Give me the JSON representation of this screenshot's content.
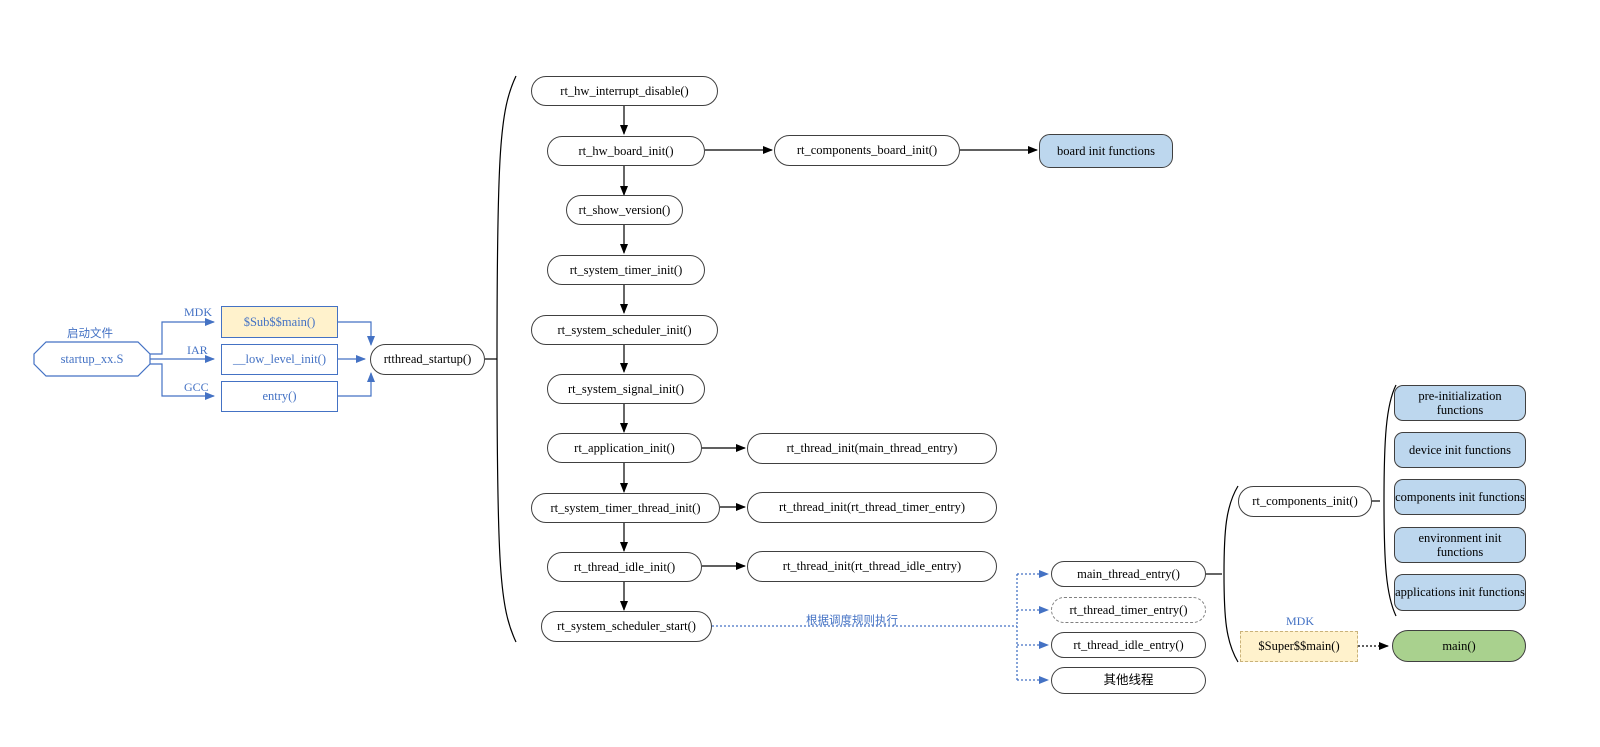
{
  "startup": {
    "file_caption": "启动文件",
    "file_name": "startup_xx.S",
    "labels": {
      "mdk": "MDK",
      "iar": "IAR",
      "gcc": "GCC"
    },
    "entries": {
      "mdk": "$Sub$$main()",
      "iar": "__low_level_init()",
      "gcc": "entry()"
    },
    "rtthread_startup": "rtthread_startup()"
  },
  "sequence": [
    "rt_hw_interrupt_disable()",
    "rt_hw_board_init()",
    "rt_show_version()",
    "rt_system_timer_init()",
    "rt_system_scheduler_init()",
    "rt_system_signal_init()",
    "rt_application_init()",
    "rt_system_timer_thread_init()",
    "rt_thread_idle_init()",
    "rt_system_scheduler_start()"
  ],
  "board_chain": {
    "components_board_init": "rt_components_board_init()",
    "board_init_functions": "board init functions"
  },
  "thread_inits": {
    "main": "rt_thread_init(main_thread_entry)",
    "timer": "rt_thread_init(rt_thread_timer_entry)",
    "idle": "rt_thread_init(rt_thread_idle_entry)"
  },
  "scheduler_note": "根据调度规则执行",
  "threads": {
    "main": "main_thread_entry()",
    "timer": "rt_thread_timer_entry()",
    "idle": "rt_thread_idle_entry()",
    "other": "其他线程"
  },
  "components": {
    "components_init": "rt_components_init()",
    "items": [
      "pre-initialization functions",
      "device init functions",
      "components init functions",
      "environment init functions",
      "applications init functions"
    ]
  },
  "main_chain": {
    "label": "MDK",
    "super_main": "$Super$$main()",
    "main": "main()"
  },
  "colors": {
    "line": "#000000",
    "blue": "#4472c4",
    "blue_fill": "#bdd7ee",
    "yellow_fill": "#fff2cc",
    "green_fill": "#a9d18e"
  }
}
